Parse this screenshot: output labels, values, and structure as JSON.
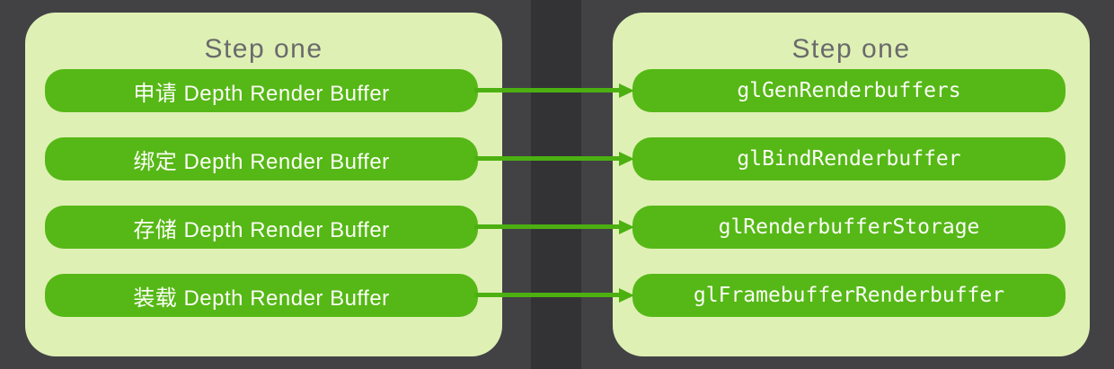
{
  "colors": {
    "background": "#424245",
    "center_strip": "#333336",
    "panel_bg": "#dff0b4",
    "pill_green": "#55b816",
    "arrow_green": "#4cb010",
    "title_gray": "#6a6a6c",
    "pill_text": "#fcfdf7"
  },
  "left_panel": {
    "title": "Step one",
    "items": [
      {
        "label": "申请 Depth Render Buffer"
      },
      {
        "label": "绑定 Depth Render Buffer"
      },
      {
        "label": "存储 Depth Render Buffer"
      },
      {
        "label": "装载 Depth Render Buffer"
      }
    ]
  },
  "right_panel": {
    "title": "Step one",
    "items": [
      {
        "label": "glGenRenderbuffers"
      },
      {
        "label": "glBindRenderbuffer"
      },
      {
        "label": "glRenderbufferStorage"
      },
      {
        "label": "glFramebufferRenderbuffer"
      }
    ]
  },
  "arrows": [
    {
      "from": "申请 Depth Render Buffer",
      "to": "glGenRenderbuffers"
    },
    {
      "from": "绑定 Depth Render Buffer",
      "to": "glBindRenderbuffer"
    },
    {
      "from": "存储 Depth Render Buffer",
      "to": "glRenderbufferStorage"
    },
    {
      "from": "装载 Depth Render Buffer",
      "to": "glFramebufferRenderbuffer"
    }
  ]
}
